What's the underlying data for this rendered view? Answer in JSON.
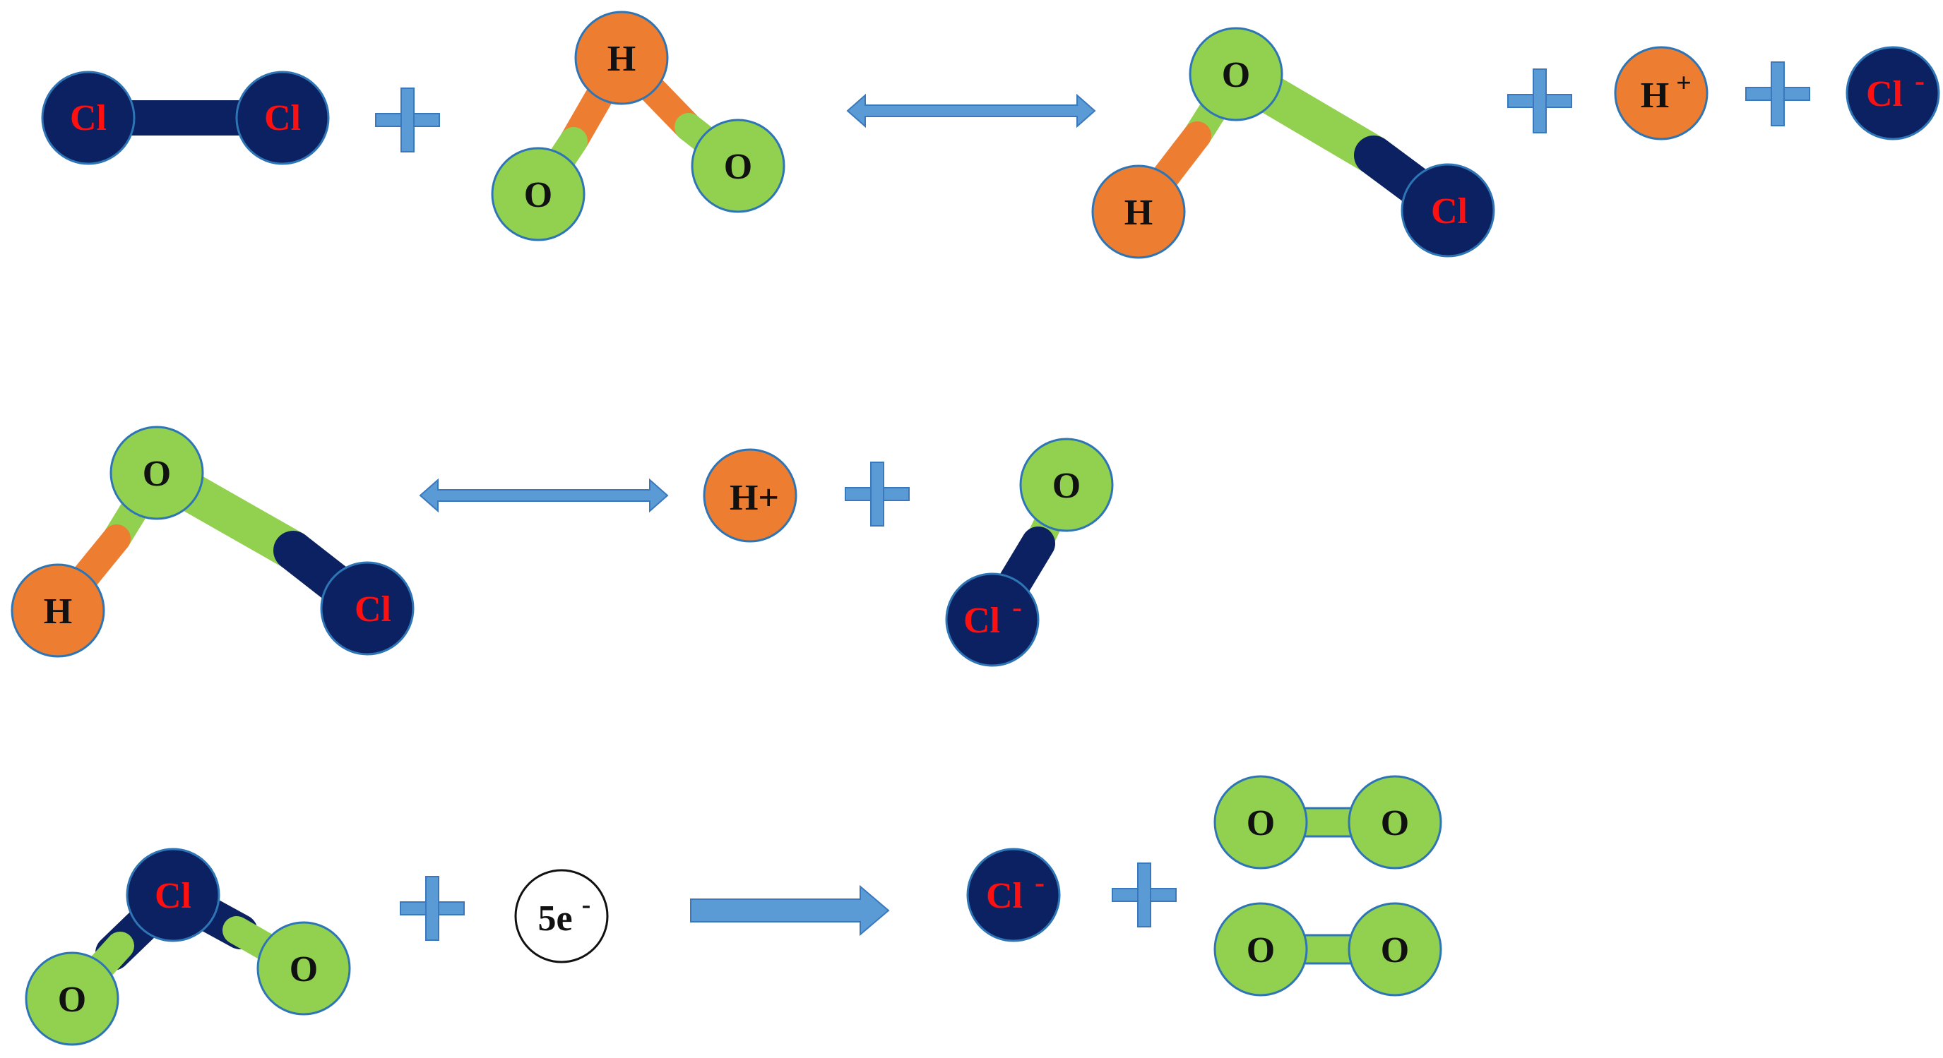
{
  "colors": {
    "cl_atom": "#0b2161",
    "cl_label": "#ff1010",
    "o_atom": "#92d050",
    "h_atom": "#ed7d31",
    "dark_label": "#111111",
    "outline": "#2e75b6",
    "arrow": "#5b9bd5",
    "arrow_edge": "#3a78bd",
    "electron_fill": "#ffffff",
    "electron_stroke": "#111111"
  },
  "labels": {
    "chlorine": "Cl",
    "oxygen": "O",
    "hydrogen": "H",
    "hydrogen_ion_sup": "H",
    "hydrogen_ion_plus_sup": "+",
    "hydrogen_ion_inline": "H+",
    "chloride": "Cl",
    "minus": "-",
    "electrons": "5e",
    "electron_minus": "-"
  },
  "reactions": [
    {
      "id": "reaction-1",
      "reactants": [
        "Cl2",
        "HO2"
      ],
      "arrow": "reversible",
      "products": [
        "HOCl",
        "H+",
        "Cl-"
      ]
    },
    {
      "id": "reaction-2",
      "reactants": [
        "HOCl"
      ],
      "arrow": "reversible",
      "products": [
        "H+",
        "OCl-"
      ]
    },
    {
      "id": "reaction-3",
      "reactants": [
        "ClO2",
        "5e-"
      ],
      "arrow": "forward",
      "products": [
        "Cl-",
        "O2",
        "O2"
      ]
    }
  ]
}
